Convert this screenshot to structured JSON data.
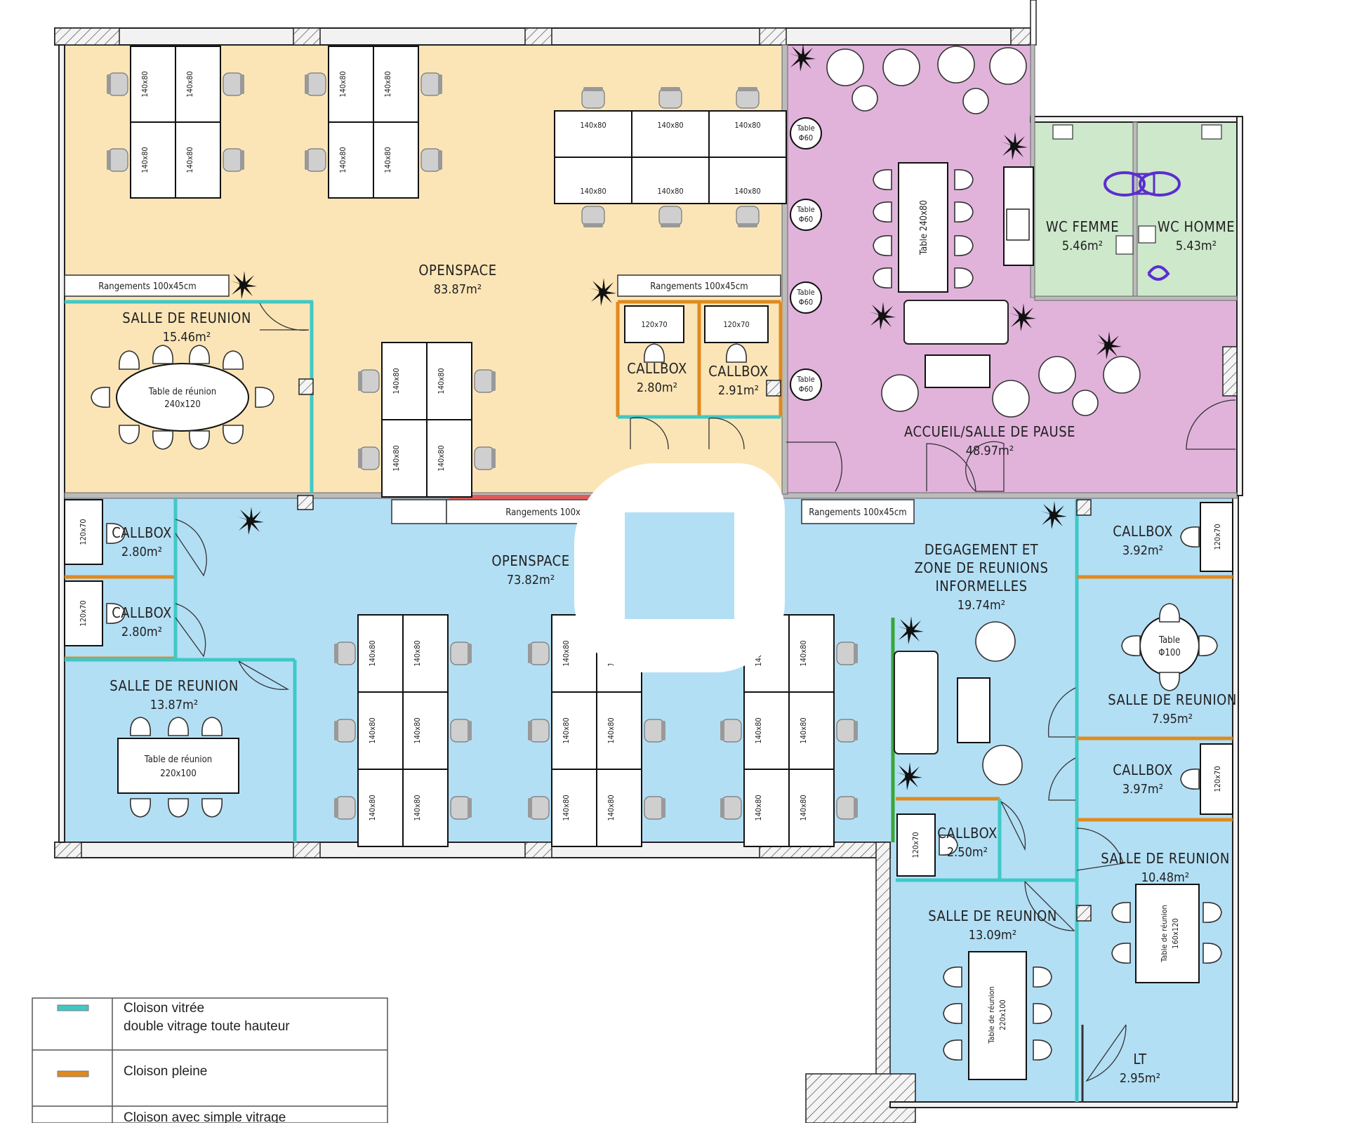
{
  "rooms": {
    "openspace_top": {
      "name": "OPENSPACE",
      "area": "83.87m²"
    },
    "salle_reunion_1": {
      "name": "SALLE DE REUNION",
      "area": "15.46m²"
    },
    "callbox_top_1": {
      "name": "CALLBOX",
      "area": "2.80m²"
    },
    "callbox_top_2": {
      "name": "CALLBOX",
      "area": "2.91m²"
    },
    "accueil": {
      "name": "ACCUEIL/SALLE DE PAUSE",
      "area": "48.97m²"
    },
    "wc_femme": {
      "name": "WC FEMME",
      "area": "5.46m²"
    },
    "wc_homme": {
      "name": "WC HOMME",
      "area": "5.43m²"
    },
    "callbox_left_1": {
      "name": "CALLBOX",
      "area": "2.80m²"
    },
    "callbox_left_2": {
      "name": "CALLBOX",
      "area": "2.80m²"
    },
    "salle_reunion_2": {
      "name": "SALLE DE REUNION",
      "area": "13.87m²"
    },
    "openspace_bottom": {
      "name": "OPENSPACE",
      "area": "73.82m²"
    },
    "degagement": {
      "name_lines": [
        "DEGAGEMENT ET",
        "ZONE DE REUNIONS",
        "INFORMELLES"
      ],
      "area": "19.74m²"
    },
    "callbox_right_1": {
      "name": "CALLBOX",
      "area": "3.92m²"
    },
    "salle_reunion_3": {
      "name": "SALLE DE REUNION",
      "area": "7.95m²"
    },
    "callbox_right_2": {
      "name": "CALLBOX",
      "area": "3.97m²"
    },
    "callbox_mid": {
      "name": "CALLBOX",
      "area": "2.50m²"
    },
    "salle_reunion_4": {
      "name": "SALLE DE REUNION",
      "area": "10.48m²"
    },
    "salle_reunion_5": {
      "name": "SALLE DE REUNION",
      "area": "13.09m²"
    },
    "lt": {
      "name": "LT",
      "area": "2.95m²"
    }
  },
  "furniture": {
    "desk_size": "140x80",
    "callbox_table": "120x70",
    "storage": "Rangements 100x45cm",
    "table_phi60_line1": "Table",
    "table_phi60_line2": "Φ60",
    "table_phi100_line1": "Table",
    "table_phi100_line2": "Φ100",
    "table_240x80": "Table 240x80",
    "meeting_table_label": "Table de réunion",
    "meeting_table_1_size": "240x120",
    "meeting_table_2_size": "220x100",
    "meeting_table_3_size": "160x120",
    "meeting_table_4_size": "220x100"
  },
  "legend": {
    "items": [
      {
        "lines": [
          "Cloison vitrée",
          "double vitrage toute hauteur"
        ],
        "color": "#3fc9c6"
      },
      {
        "lines": [
          "Cloison pleine"
        ],
        "color": "#e08a1e"
      },
      {
        "lines": [
          "Cloison avec simple vitrage"
        ],
        "color": "#ffffff"
      }
    ]
  },
  "colors": {
    "openspace_top": "#fbe5b7",
    "accueil": "#e1b3db",
    "wc": "#cde8cb",
    "blue_zone": "#b3dff5",
    "glass_partition": "#3fc9c6",
    "solid_partition": "#e08a1e",
    "red_partition": "#e05a5a"
  }
}
